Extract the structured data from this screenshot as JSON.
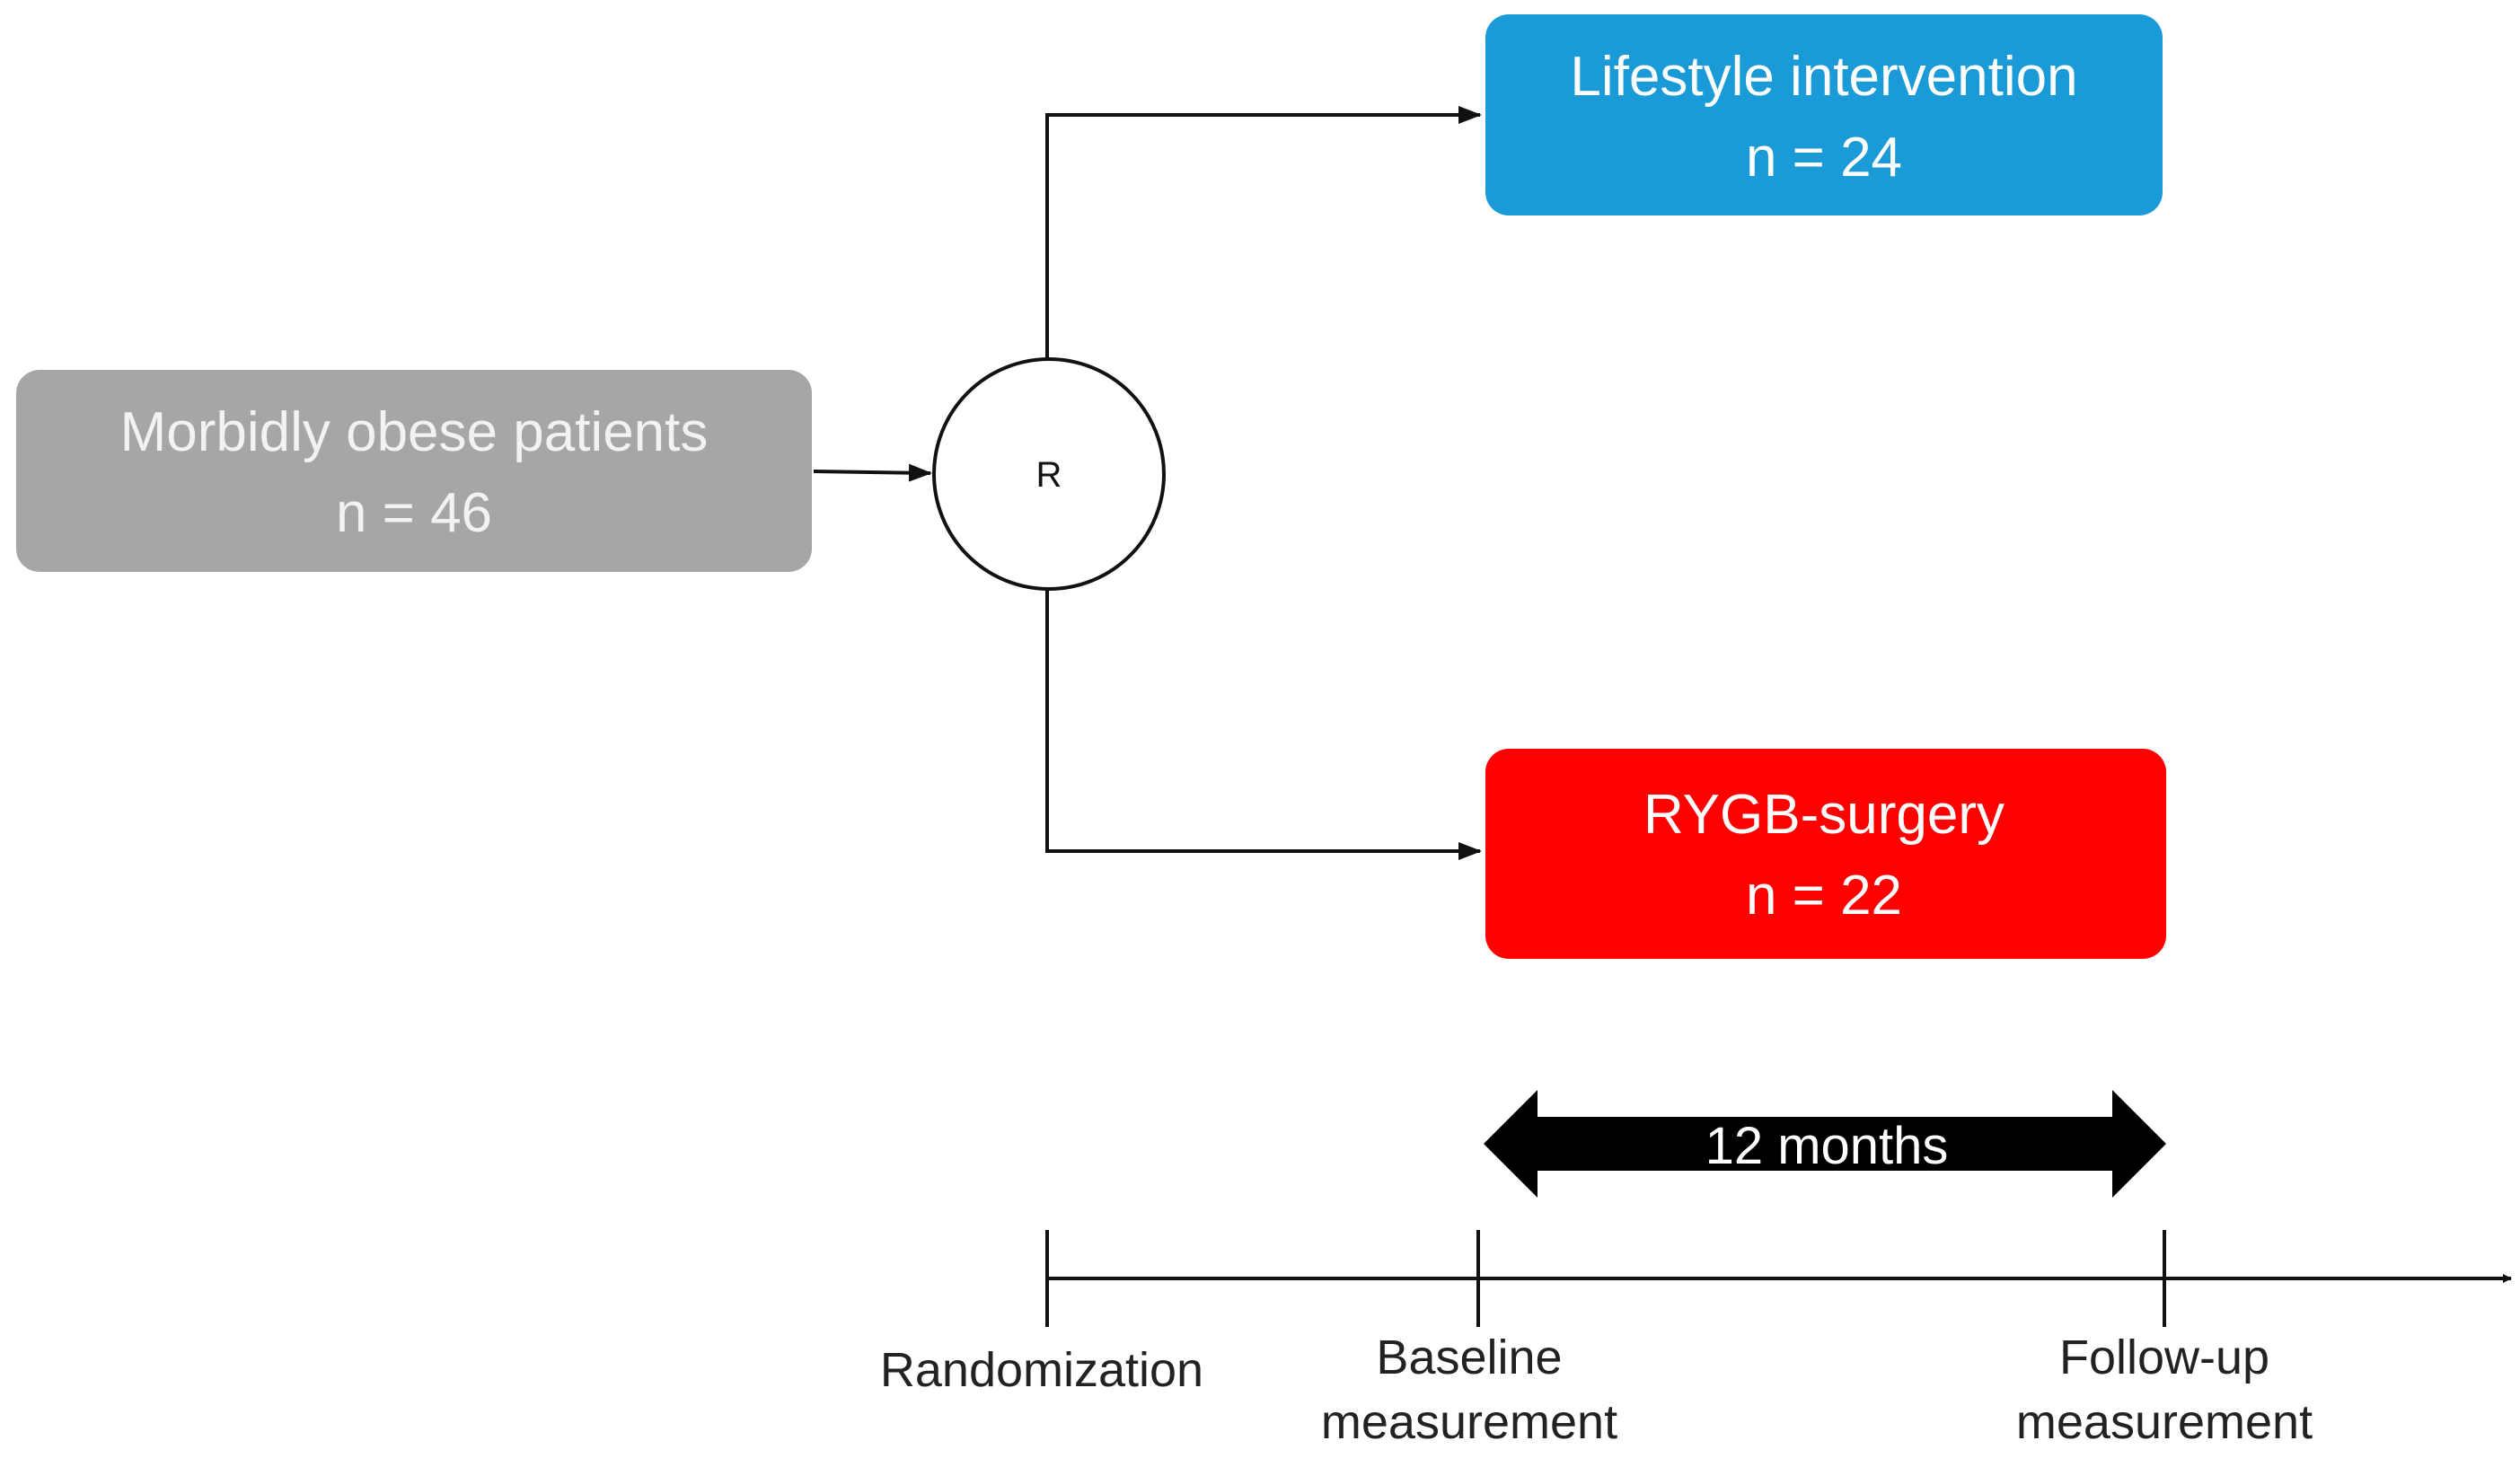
{
  "source_box": {
    "title": "Morbidly obese patients",
    "count": "n = 46",
    "color": "#a6a6a6"
  },
  "randomizer": {
    "label": "R"
  },
  "arm_lifestyle": {
    "title": "Lifestyle intervention",
    "count": "n = 24",
    "color": "#1a9ad6"
  },
  "arm_surgery": {
    "title": "RYGB-surgery",
    "count": "n = 22",
    "color": "#ff0000"
  },
  "duration": {
    "label": "12 months"
  },
  "timeline": {
    "randomization": "Randomization",
    "baseline_line1": "Baseline",
    "baseline_line2": "measurement",
    "followup_line1": "Follow-up",
    "followup_line2": "measurement"
  }
}
